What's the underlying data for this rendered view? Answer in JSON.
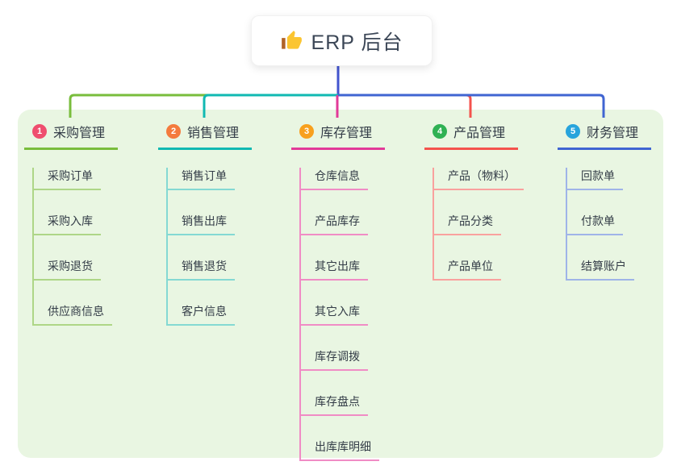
{
  "root": {
    "label": "ERP 后台",
    "icon": "thumbs-up-icon"
  },
  "connector": {
    "stem_color": "#4254cf"
  },
  "panel_bg": "#e9f6e2",
  "branches": [
    {
      "number": "1",
      "label": "采购管理",
      "color": "#79bd3c",
      "light_color": "#aed687",
      "badge_color": "#ef4e6e",
      "items": [
        "采购订单",
        "采购入库",
        "采购退货",
        "供应商信息"
      ]
    },
    {
      "number": "2",
      "label": "销售管理",
      "color": "#10b9b2",
      "light_color": "#84d9d3",
      "badge_color": "#f47b3d",
      "items": [
        "销售订单",
        "销售出库",
        "销售退货",
        "客户信息"
      ]
    },
    {
      "number": "3",
      "label": "库存管理",
      "color": "#e23a98",
      "light_color": "#f08cc5",
      "badge_color": "#f8a01d",
      "items": [
        "仓库信息",
        "产品库存",
        "其它出库",
        "其它入库",
        "库存调拨",
        "库存盘点",
        "出库库明细"
      ]
    },
    {
      "number": "4",
      "label": "产品管理",
      "color": "#f4534d",
      "light_color": "#f9a19e",
      "badge_color": "#2fb153",
      "items": [
        "产品（物料）",
        "产品分类",
        "产品单位"
      ]
    },
    {
      "number": "5",
      "label": "财务管理",
      "color": "#4065d2",
      "light_color": "#9fb4e8",
      "badge_color": "#27a4dc",
      "items": [
        "回款单",
        "付款单",
        "结算账户"
      ]
    }
  ]
}
